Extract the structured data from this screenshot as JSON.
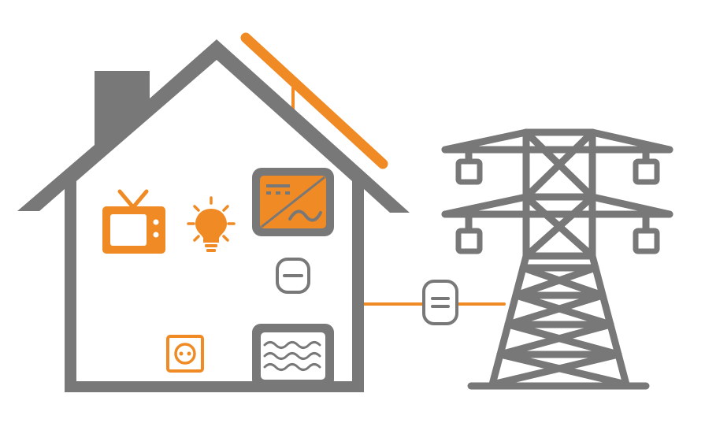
{
  "colors": {
    "gray": "#787878",
    "orange": "#f08a24",
    "white": "#ffffff"
  },
  "diagram": {
    "components": [
      {
        "name": "house",
        "icon": "house-outline-icon"
      },
      {
        "name": "solar-panel",
        "icon": "solar-panel-icon"
      },
      {
        "name": "inverter",
        "icon": "inverter-icon"
      },
      {
        "name": "television",
        "icon": "tv-icon"
      },
      {
        "name": "light-bulb",
        "icon": "light-bulb-icon"
      },
      {
        "name": "power-socket",
        "icon": "power-socket-icon"
      },
      {
        "name": "household-meter",
        "icon": "electricity-meter-icon"
      },
      {
        "name": "grid-meter",
        "icon": "electricity-meter-icon"
      },
      {
        "name": "battery-storage",
        "icon": "battery-storage-icon"
      },
      {
        "name": "transmission-tower",
        "icon": "power-pylon-icon"
      }
    ]
  }
}
